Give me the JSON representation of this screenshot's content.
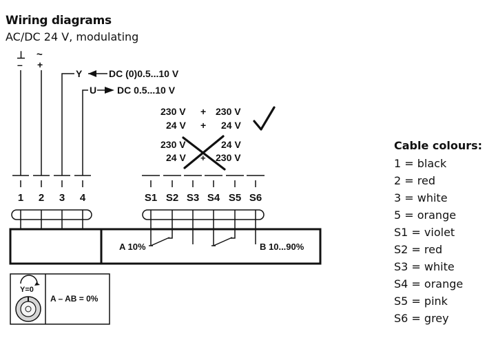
{
  "heading": {
    "title": "Wiring diagrams",
    "subtitle": "AC/DC 24 V, modulating"
  },
  "supply": {
    "ground_symbol": "⊥",
    "neg_symbol": "–",
    "ac_symbol": "~",
    "pos_symbol": "+"
  },
  "signals": {
    "y_letter": "Y",
    "y_label": "DC (0)0.5...10 V",
    "u_letter": "U",
    "u_label": "DC 0.5...10 V"
  },
  "terminals": [
    "1",
    "2",
    "3",
    "4"
  ],
  "aux_terminals": [
    "S1",
    "S2",
    "S3",
    "S4",
    "S5",
    "S6"
  ],
  "voltage_combos": {
    "row1_left": "230 V",
    "row1_plus": "+",
    "row1_right": "230 V",
    "row2_left": "24 V",
    "row2_plus": "+",
    "row2_right": "24 V",
    "row3_left": "230 V",
    "row3_right": "24 V",
    "row4_left": "24 V",
    "row4_plus": "+",
    "row4_right": "230 V"
  },
  "switch_box": {
    "left_label": "A 10%",
    "right_label": "B 10...90%"
  },
  "rotation_box": {
    "y_label": "Y=0",
    "text": "A – AB = 0%"
  },
  "cable_colours": {
    "title": "Cable colours:",
    "items": [
      "1 = black",
      "2 = red",
      "3 = white",
      "5 = orange",
      "S1 = violet",
      "S2 = red",
      "S3 = white",
      "S4 = orange",
      "S5 = pink",
      "S6 = grey"
    ]
  }
}
